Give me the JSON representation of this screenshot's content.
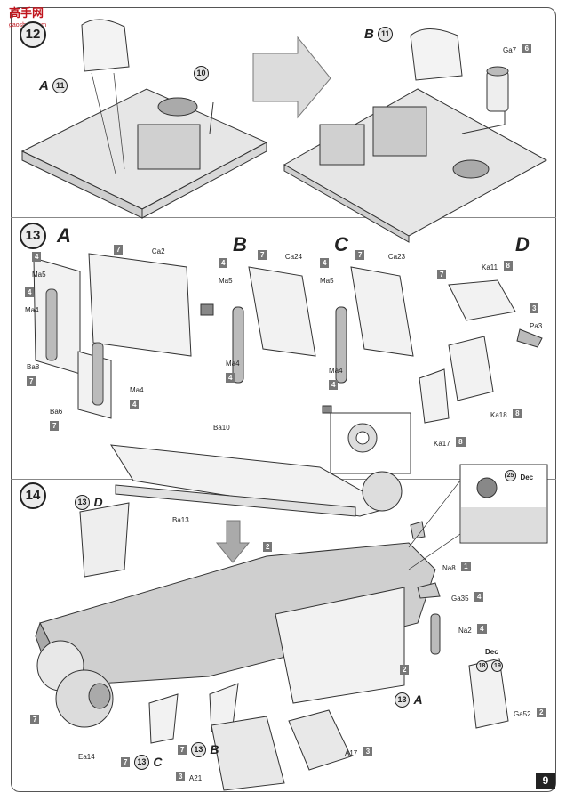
{
  "watermark": {
    "text": "高手网",
    "url": "gaoshou.com"
  },
  "page_number": "9",
  "steps": {
    "s12": {
      "number": "12",
      "a_letter": "A",
      "a_ref": "11",
      "b_letter": "B",
      "b_ref": "11",
      "ref10": "10",
      "ga7": "Ga7",
      "ga7_qty": "6"
    },
    "s13": {
      "number": "13",
      "A": {
        "letter": "A",
        "ma5": "Ma5",
        "ma5_qty": "4",
        "ma4_top": "Ma4",
        "ma4_top_qty": "4",
        "ca2": "Ca2",
        "ca2_qty": "7",
        "ba8": "Ba8",
        "ba8_qty": "7",
        "ba6": "Ba6",
        "ba6_qty": "7",
        "ma4": "Ma4",
        "ma4_qty": "4"
      },
      "B": {
        "letter": "B",
        "ma5": "Ma5",
        "ma5_qty": "4",
        "ca24": "Ca24",
        "ca24_qty": "7",
        "ma4": "Ma4",
        "ma4_qty": "4"
      },
      "C": {
        "letter": "C",
        "ma5": "Ma5",
        "ma5_qty": "4",
        "ca23": "Ca23",
        "ca23_qty": "7",
        "ma4": "Ma4",
        "ma4_qty": "4"
      },
      "D": {
        "letter": "D",
        "ka11": "Ka11",
        "ka11_qty": "8",
        "qty7": "7",
        "pa3": "Pa3",
        "pa3_qty": "3",
        "ka18": "Ka18",
        "ka18_qty": "8",
        "ka17": "Ka17",
        "ka17_qty": "8"
      }
    },
    "s14": {
      "number": "14",
      "ref13d_num": "13",
      "ref13d_letter": "D",
      "ba10": "Ba10",
      "ba13": "Ba13",
      "qty2_top": "2",
      "na8": "Na8",
      "na8_qty": "1",
      "ga35": "Ga35",
      "ga35_qty": "4",
      "na2": "Na2",
      "na2_qty": "4",
      "qty2_mid": "2",
      "ref13a_num": "13",
      "ref13a_letter": "A",
      "dec_ref": "25",
      "dec": "Dec",
      "dec2_ref1": "18",
      "dec2_ref2": "19",
      "dec2": "Dec",
      "ga52": "Ga52",
      "ga52_qty": "2",
      "qty7_left": "7",
      "ea14": "Ea14",
      "qty7_b": "7",
      "ref13b_num": "13",
      "ref13b_letter": "B",
      "qty7_c": "7",
      "ref13c_num": "13",
      "ref13c_letter": "C",
      "a21": "A21",
      "a21_qty": "3",
      "a17": "A17",
      "a17_qty": "3"
    }
  }
}
